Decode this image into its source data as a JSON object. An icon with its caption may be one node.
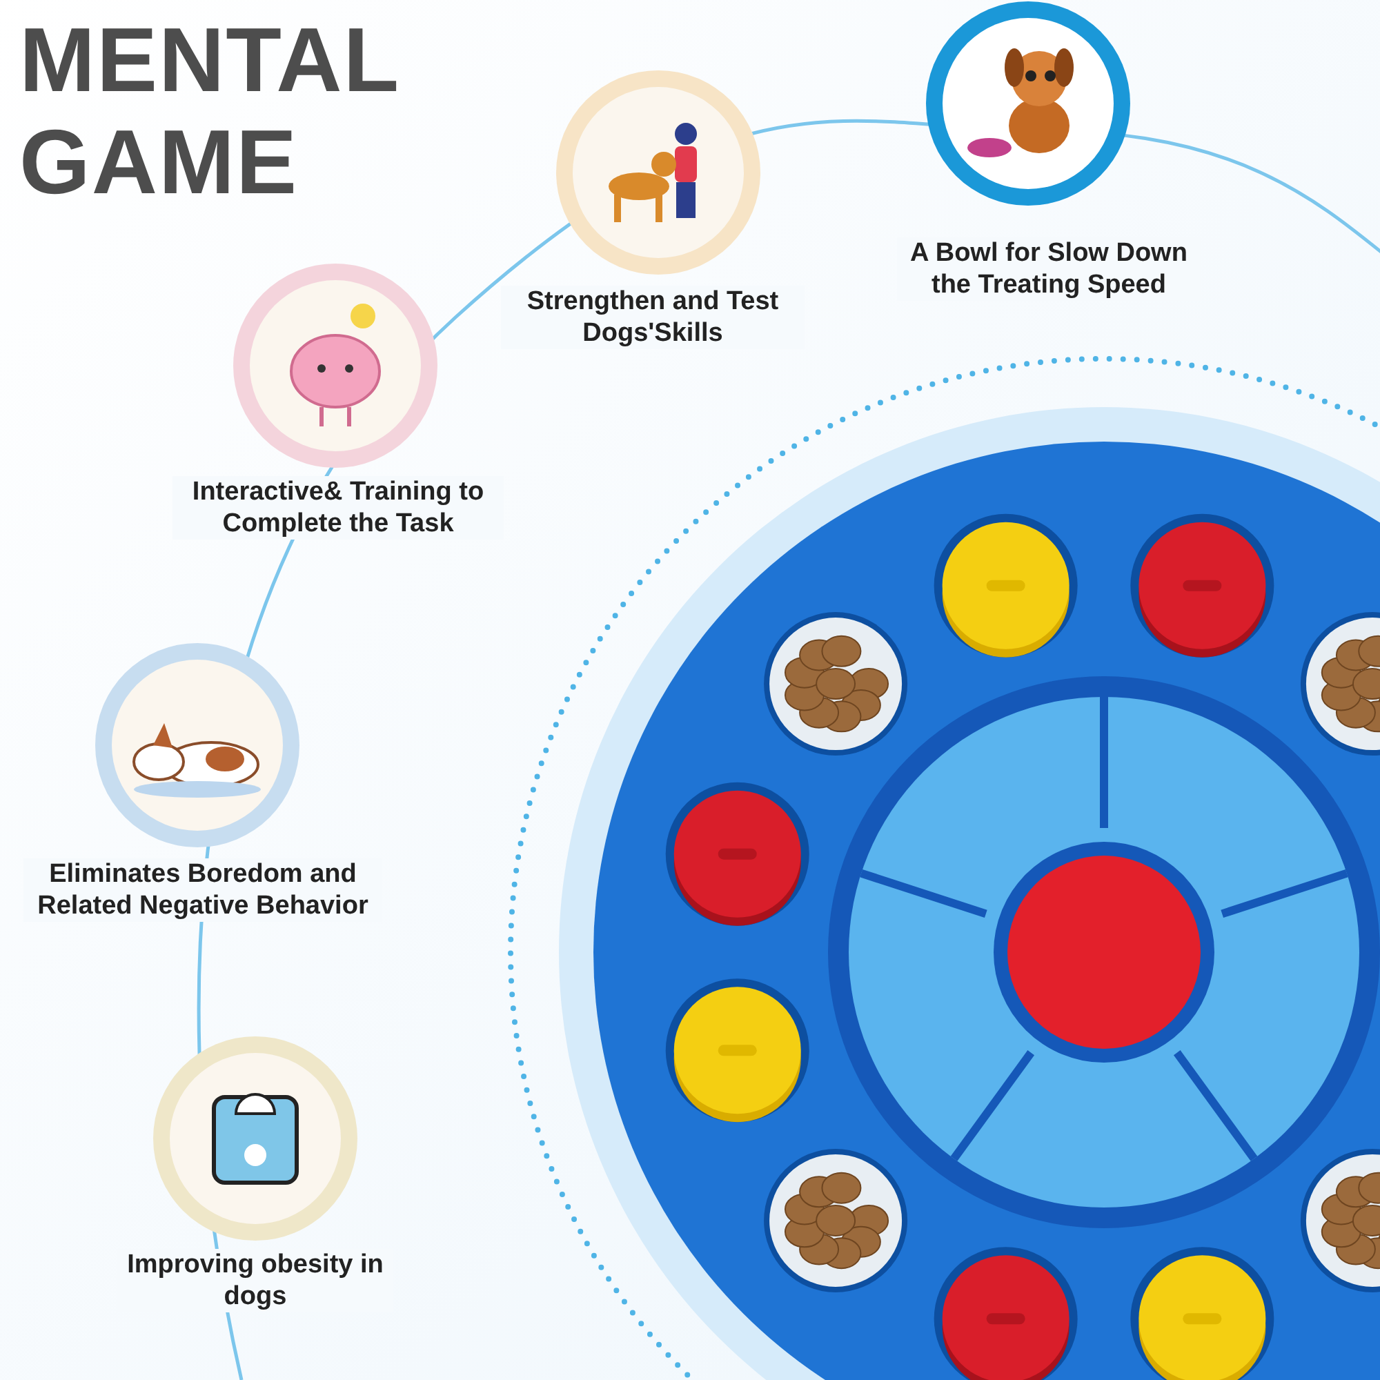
{
  "diagram": {
    "title": "MENTAL GAME",
    "nodes": [
      {
        "text": [
          "Strengthen and Test Dogs'Skills"
        ]
      },
      {
        "text": [
          "A Bowl for Slow Down the Treating Speed"
        ]
      },
      {
        "text": [
          "Interactive& Training to Complete the Task"
        ]
      },
      {
        "text": [
          "Eliminates Boredom and Related Negative Behavior"
        ]
      },
      {
        "text": [
          "Improving obesity in dogs"
        ]
      }
    ]
  }
}
